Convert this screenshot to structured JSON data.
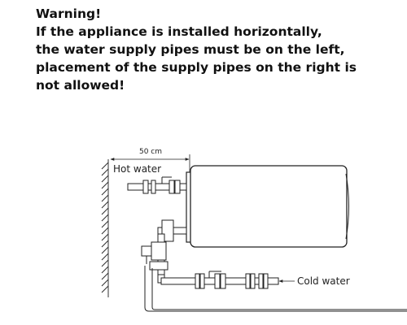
{
  "warning": {
    "lines": [
      "Warning!",
      "If the appliance is installed horizontally,",
      "the water supply pipes must be on the left,",
      "placement of the supply pipes on the right is",
      "not allowed!"
    ]
  },
  "diagram": {
    "dimension_label": "50 cm",
    "hot_water_label": "Hot water",
    "cold_water_label": "Cold water"
  }
}
